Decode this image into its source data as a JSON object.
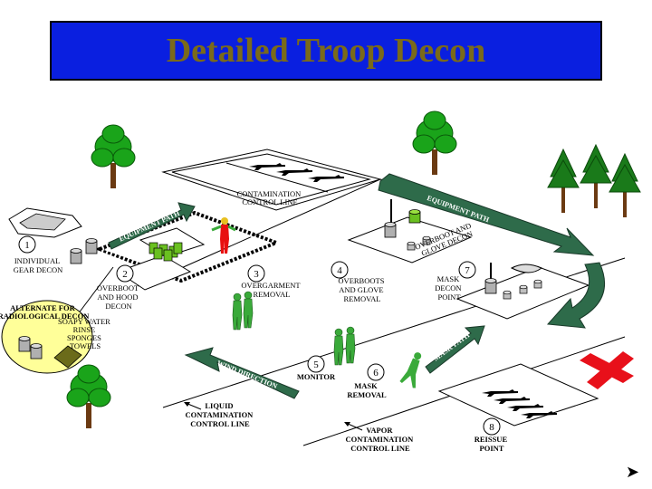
{
  "title": "Detailed Troop Decon",
  "labels": {
    "contamination_control_line_top": [
      "CONTAMINATION",
      "CONTROL LINE"
    ],
    "liquid_contamination_control_line": [
      "LIQUID",
      "CONTAMINATION",
      "CONTROL LINE"
    ],
    "vapor_contamination_control_line": [
      "VAPOR",
      "CONTAMINATION",
      "CONTROL LINE"
    ]
  },
  "arrows": {
    "equipment_path_left": "EQUIPMENT PATH",
    "equipment_path_right": "EQUIPMENT PATH",
    "mask_path": "MASK PATH",
    "wind_direction": "WIND DIRECTION"
  },
  "stations": [
    {
      "num": "1",
      "lines": [
        "INDIVIDUAL",
        "GEAR DECON"
      ]
    },
    {
      "num": "2",
      "lines": [
        "OVERBOOT",
        "AND HOOD",
        "DECON"
      ]
    },
    {
      "num": "3",
      "lines": [
        "OVERGARMENT",
        "REMOVAL"
      ]
    },
    {
      "num": "4",
      "lines": [
        "OVERBOOTS",
        "AND GLOVE",
        "REMOVAL"
      ]
    },
    {
      "num": "5",
      "lines": [
        "MONITOR"
      ]
    },
    {
      "num": "6",
      "lines": [
        "MASK",
        "REMOVAL"
      ]
    },
    {
      "num": "7",
      "lines": [
        "MASK",
        "DECON",
        "POINT"
      ]
    },
    {
      "num": "8",
      "lines": [
        "REISSUE",
        "POINT"
      ]
    }
  ],
  "overboot_glove_decon": [
    "OVERBOOT AND",
    "GLOVE DECON"
  ],
  "radiological": {
    "title": [
      "ALTERNATE FOR",
      "RADIOLOGICAL DECON"
    ],
    "items": [
      "SOAPY WATER",
      "RINSE",
      "SPONGES",
      "TOWELS"
    ]
  },
  "icons": {
    "next": "➤"
  },
  "colors": {
    "title_bg": "#0a1fe0",
    "title_text": "#7a6a1a",
    "arrow_green": "#2e6b4a",
    "tree_green": "#1aa41a",
    "soldier_green": "#3aaa3a",
    "red_cross": "#e8101a",
    "ellipse_fill": "#ffff99"
  }
}
